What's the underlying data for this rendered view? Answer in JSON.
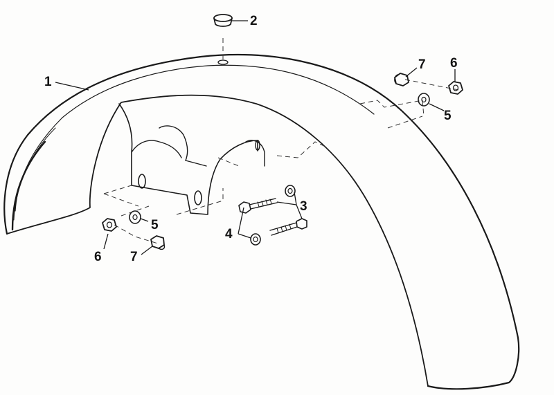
{
  "diagram": {
    "callouts": [
      {
        "id": "c1",
        "label": "1"
      },
      {
        "id": "c2",
        "label": "2"
      },
      {
        "id": "c3",
        "label": "3"
      },
      {
        "id": "c4",
        "label": "4"
      },
      {
        "id": "c5a",
        "label": "5"
      },
      {
        "id": "c5b",
        "label": "5"
      },
      {
        "id": "c6a",
        "label": "6"
      },
      {
        "id": "c6b",
        "label": "6"
      },
      {
        "id": "c7a",
        "label": "7"
      },
      {
        "id": "c7b",
        "label": "7"
      }
    ]
  }
}
